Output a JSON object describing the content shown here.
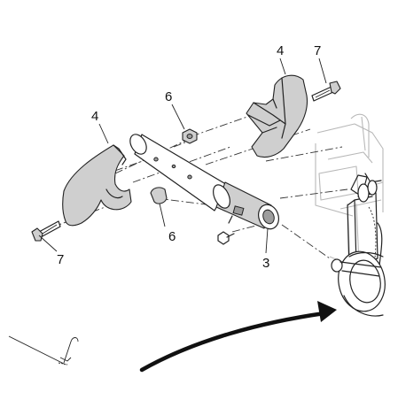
{
  "callouts": {
    "upper_shield": "4",
    "upper_bolt": "7",
    "upper_nut": "6",
    "left_shield": "4",
    "lower_nut": "6",
    "lower_bolt": "7",
    "axle": "3"
  },
  "icons": [
    "curved-arrow-icon"
  ]
}
